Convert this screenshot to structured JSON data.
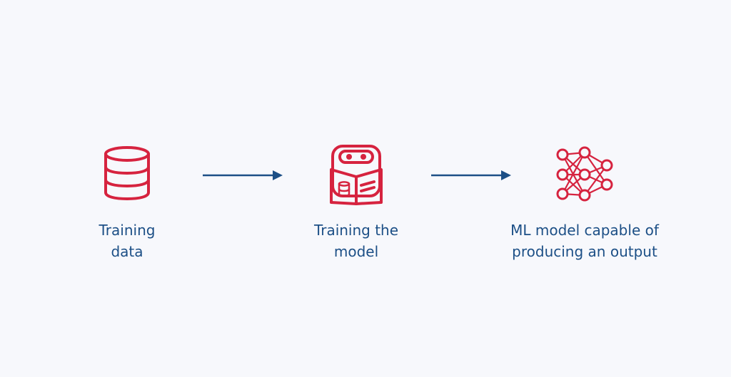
{
  "colors": {
    "background": "#f7f8fc",
    "icon": "#d6233f",
    "text": "#1c4f86",
    "arrow": "#1c4f86"
  },
  "steps": [
    {
      "label": "Training\ndata",
      "icon": "database-icon"
    },
    {
      "label": "Training the\nmodel",
      "icon": "robot-reading-book-icon"
    },
    {
      "label": "ML model capable of\nproducing an output",
      "icon": "neural-network-icon"
    }
  ],
  "arrows": [
    {
      "icon": "arrow-right-icon"
    },
    {
      "icon": "arrow-right-icon"
    }
  ]
}
